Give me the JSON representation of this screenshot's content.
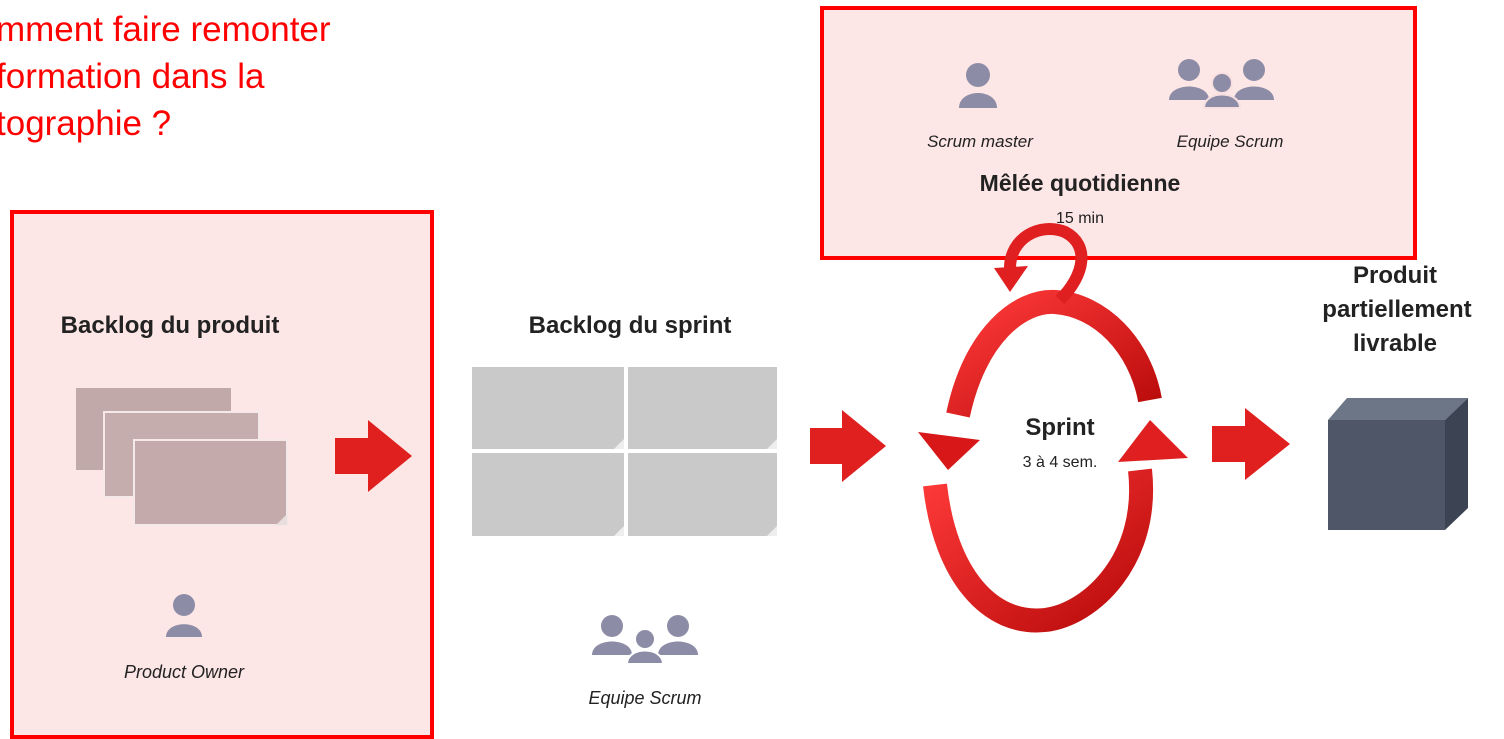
{
  "question": {
    "text": "mment faire remonter\nformation dans la\ntographie ?"
  },
  "colors": {
    "highlight_border": "#ff0000",
    "question_text": "#ff0000",
    "arrow_red": "#e01f1f"
  },
  "product_backlog": {
    "title": "Backlog du produit",
    "role": "Product Owner",
    "role_icon": "person-icon"
  },
  "sprint_backlog": {
    "title": "Backlog du sprint",
    "role": "Equipe Scrum",
    "role_icon": "team-icon"
  },
  "daily_scrum": {
    "role_left": "Scrum master",
    "role_right": "Equipe Scrum",
    "title": "Mêlée quotidienne",
    "duration": "15 min"
  },
  "sprint": {
    "title": "Sprint",
    "duration": "3 à 4 sem."
  },
  "product": {
    "title_line1": "Produit",
    "title_line2": "partiellement",
    "title_line3": "livrable",
    "icon": "cube-icon"
  }
}
